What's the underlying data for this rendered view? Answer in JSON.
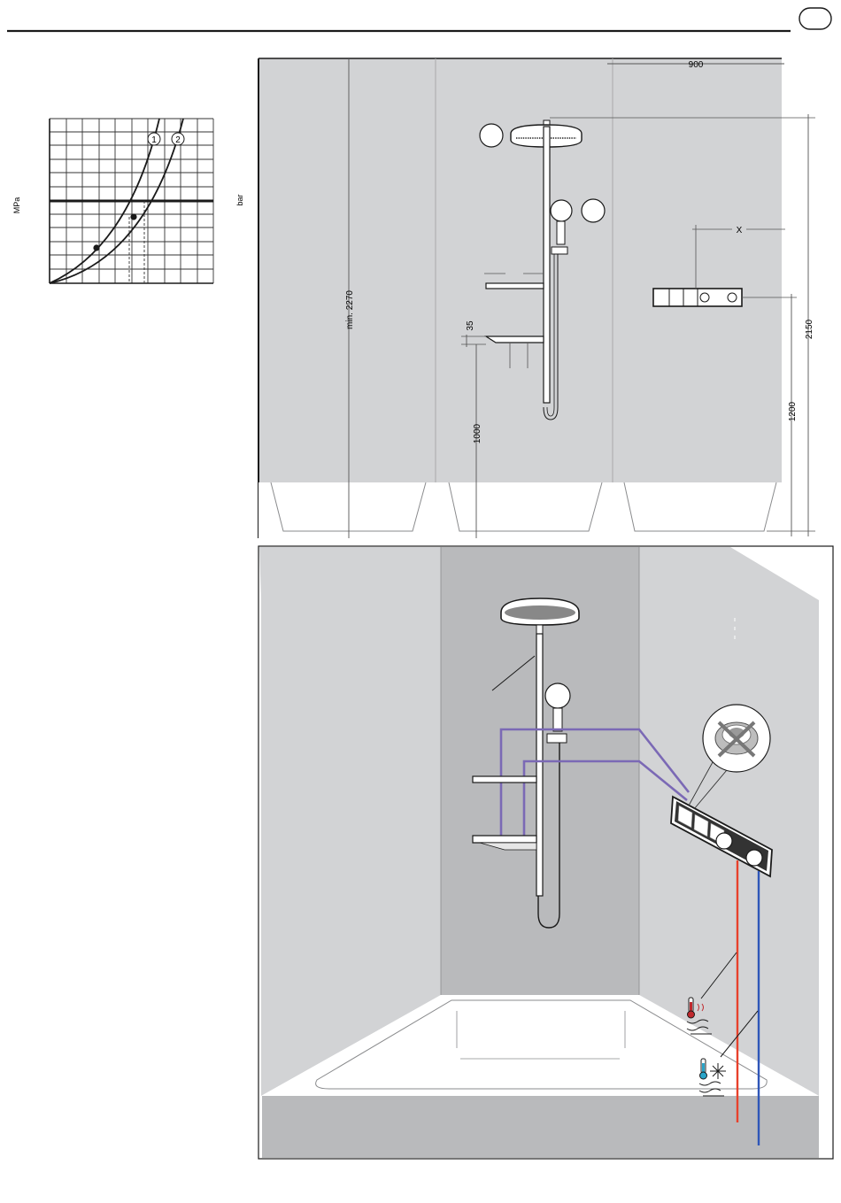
{
  "header": {
    "language_badge": ""
  },
  "chart": {
    "y_label_left": "MPa",
    "y_label_right": "bar",
    "curves": [
      {
        "label": "1"
      },
      {
        "label": "2"
      }
    ]
  },
  "elevation": {
    "dimensions": {
      "width": "900",
      "min_height": "min. 2270",
      "shelf_gap": "35",
      "shelf_height": "1000",
      "mixer_offset": "X",
      "shower_height": "2150",
      "mixer_height": "1200"
    },
    "callouts": [
      {
        "label": ""
      },
      {
        "label": ""
      }
    ]
  },
  "colors": {
    "wall": "#d2d3d5",
    "wall_dark": "#b9babc",
    "pipe_purple": "#7b69b5",
    "pipe_hot": "#e8412c",
    "pipe_cold": "#2f56b8",
    "line": "#1a1a1a"
  },
  "icons": {
    "hot_supply": "thermometer-hot-icon",
    "cold_supply": "thermometer-cold-icon",
    "no_hose": "crossed-hose-icon"
  }
}
